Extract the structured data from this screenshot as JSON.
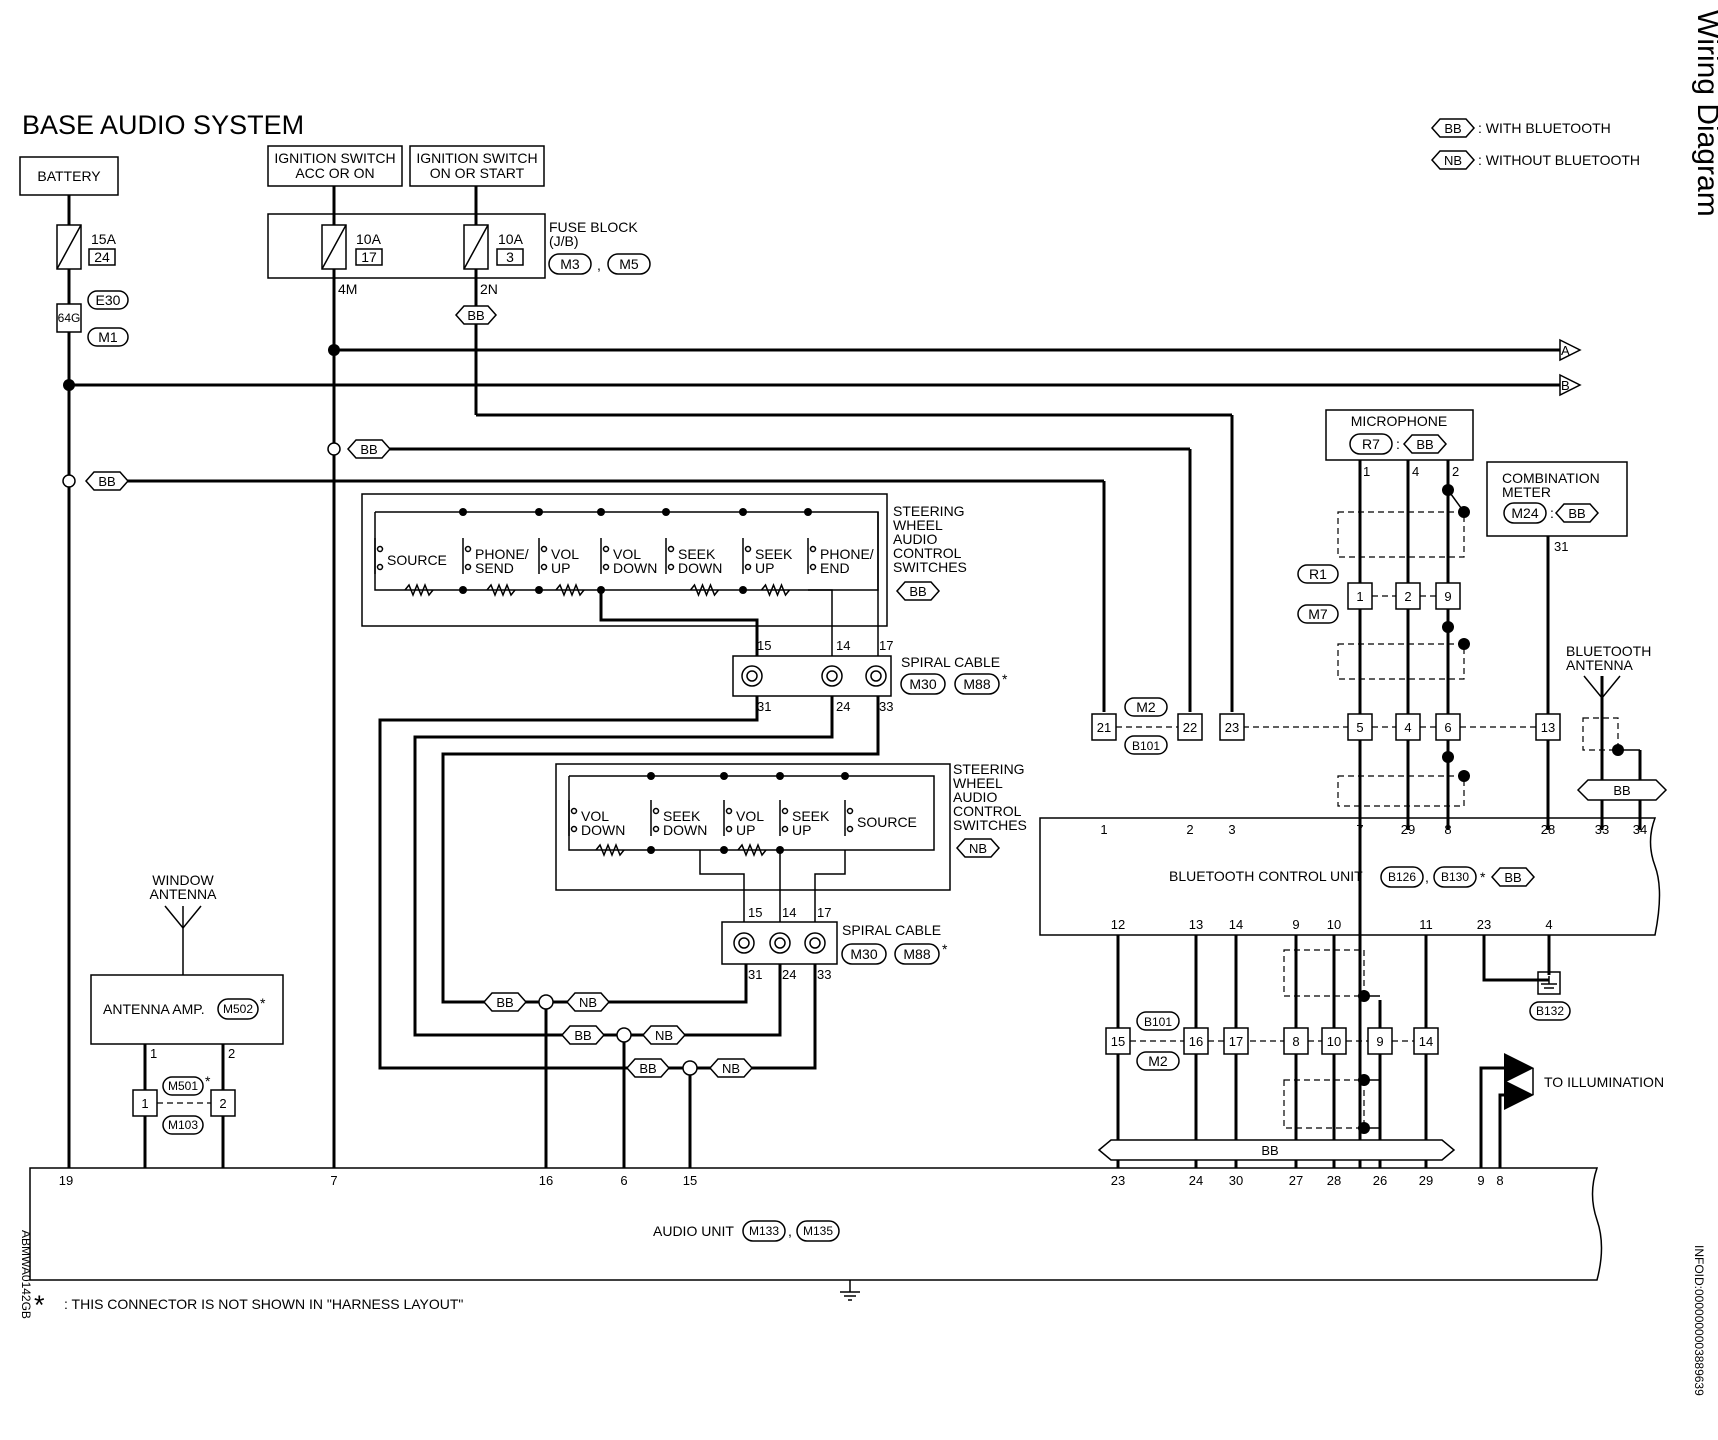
{
  "title": "BASE AUDIO SYSTEM",
  "side_title": "Wiring Diagram",
  "side_id": "INFOID:0000000003889639",
  "doc_code": "ABMWA0142GB",
  "footnote_mark": "*",
  "footnote": ": THIS CONNECTOR IS NOT SHOWN IN \"HARNESS LAYOUT\"",
  "legend": {
    "bb_tag": "BB",
    "bb_text": ": WITH BLUETOOTH",
    "nb_tag": "NB",
    "nb_text": ": WITHOUT BLUETOOTH"
  },
  "battery": "BATTERY",
  "fuse_battery": {
    "amp": "15A",
    "num": "24"
  },
  "fusible": "64G",
  "conn_e30": "E30",
  "conn_m1": "M1",
  "ign_acc": [
    "IGNITION SWITCH",
    "ACC OR ON"
  ],
  "ign_on": [
    "IGNITION SWITCH",
    "ON OR START"
  ],
  "fuse_block": {
    "label": "FUSE BLOCK",
    "sub": "(J/B)",
    "c1": "M3",
    "c2": "M5",
    "comma": ",",
    "f1_amp": "10A",
    "f1_num": "17",
    "f2_amp": "10A",
    "f2_num": "3",
    "t1": "4M",
    "t2": "2N"
  },
  "arrow_a": "A",
  "arrow_b": "B",
  "bb": "BB",
  "nb": "NB",
  "sw_bb": {
    "title": [
      "STEERING",
      "WHEEL",
      "AUDIO",
      "CONTROL",
      "SWITCHES"
    ],
    "tag": "BB",
    "switches": [
      [
        "SOURCE"
      ],
      [
        "PHONE/",
        "SEND"
      ],
      [
        "VOL",
        "UP"
      ],
      [
        "VOL",
        "DOWN"
      ],
      [
        "SEEK",
        "DOWN"
      ],
      [
        "SEEK",
        "UP"
      ],
      [
        "PHONE/",
        "END"
      ]
    ]
  },
  "sw_nb": {
    "title": [
      "STEERING",
      "WHEEL",
      "AUDIO",
      "CONTROL",
      "SWITCHES"
    ],
    "tag": "NB",
    "switches": [
      [
        "VOL",
        "DOWN"
      ],
      [
        "SEEK",
        "DOWN"
      ],
      [
        "VOL",
        "UP"
      ],
      [
        "SEEK",
        "UP"
      ],
      [
        "SOURCE"
      ]
    ]
  },
  "spiral1": {
    "label": "SPIRAL CABLE",
    "c1": "M30",
    "c2": "M88",
    "star": "*",
    "top": [
      "15",
      "14",
      "17"
    ],
    "bottom": [
      "31",
      "24",
      "33"
    ]
  },
  "spiral2": {
    "label": "SPIRAL CABLE",
    "c1": "M30",
    "c2": "M88",
    "star": "*",
    "top": [
      "15",
      "14",
      "17"
    ],
    "bottom": [
      "31",
      "24",
      "33"
    ]
  },
  "window_antenna": [
    "WINDOW",
    "ANTENNA"
  ],
  "antenna_amp": {
    "label": "ANTENNA AMP.",
    "conn": "M502",
    "star": "*",
    "pins": [
      "1",
      "2"
    ]
  },
  "m501": {
    "c1": "M501",
    "star": "*",
    "c2": "M103",
    "pins": [
      "1",
      "2"
    ]
  },
  "microphone": {
    "label": "MICROPHONE",
    "c1": "R7",
    "sep": ":",
    "tag": "BB",
    "pins": [
      "1",
      "4",
      "2"
    ]
  },
  "r1": "R1",
  "m7": "M7",
  "mic_junction": [
    "1",
    "2",
    "9"
  ],
  "combination_meter": {
    "label": [
      "COMBINATION",
      "METER"
    ],
    "conn": "M24",
    "sep": ":",
    "tag": "BB",
    "pin": "31"
  },
  "bt_antenna": [
    "BLUETOOTH",
    "ANTENNA"
  ],
  "m2": "M2",
  "b101": "B101",
  "row_upper": [
    "21",
    "22",
    "23",
    "5",
    "4",
    "6",
    "13"
  ],
  "bcu": {
    "label": "BLUETOOTH CONTROL UNIT",
    "c1": "B126",
    "c2": "B130",
    "star": "*",
    "tag": "BB",
    "comma": ",",
    "top_pins": [
      "1",
      "2",
      "3",
      "7",
      "29",
      "8",
      "28",
      "33",
      "34"
    ],
    "bottom_pins": [
      "12",
      "13",
      "14",
      "9",
      "10",
      "11",
      "23",
      "4"
    ]
  },
  "b132": "B132",
  "row_lower": [
    "15",
    "16",
    "17",
    "8",
    "10",
    "9",
    "14"
  ],
  "to_illumination": "TO ILLUMINATION",
  "audio_unit": {
    "label": "AUDIO UNIT",
    "c1": "M133",
    "c2": "M135",
    "comma": ",",
    "pins": [
      "19",
      "7",
      "16",
      "6",
      "15",
      "23",
      "24",
      "30",
      "27",
      "28",
      "26",
      "29",
      "9",
      "8"
    ]
  }
}
